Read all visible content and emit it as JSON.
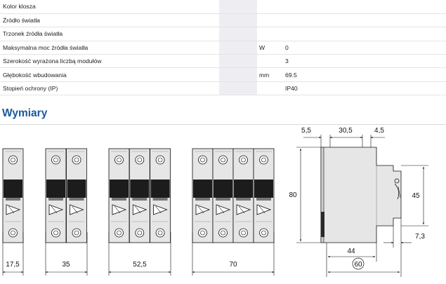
{
  "specs": [
    {
      "label": "Kolor klosza",
      "unit": "",
      "value": ""
    },
    {
      "label": "Źródło światła",
      "unit": "",
      "value": ""
    },
    {
      "label": "Trzonek źródła światła",
      "unit": "",
      "value": ""
    },
    {
      "label": "Maksymalna moc źródła światła",
      "unit": "W",
      "value": "0"
    },
    {
      "label": "Szerokość wyrażona liczbą modułów",
      "unit": "",
      "value": "3"
    },
    {
      "label": "Głębokość wbudowania",
      "unit": "mm",
      "value": "69.5"
    },
    {
      "label": "Stopień ochrony (IP)",
      "unit": "",
      "value": "IP40"
    }
  ],
  "section": {
    "title": "Wymiary"
  },
  "dimensions": {
    "front_widths": [
      "17,5",
      "35",
      "52,5",
      "70"
    ],
    "side_top": [
      "5,5",
      "30,5",
      "4,5"
    ],
    "height": "80",
    "mid_height": "45",
    "depth_offset": "7,3",
    "depth": "44",
    "total_depth": "60"
  },
  "colors": {
    "title": "#1a5a9a",
    "gray_col": "#eeeef2",
    "device_gray": "#e6e6e6"
  }
}
